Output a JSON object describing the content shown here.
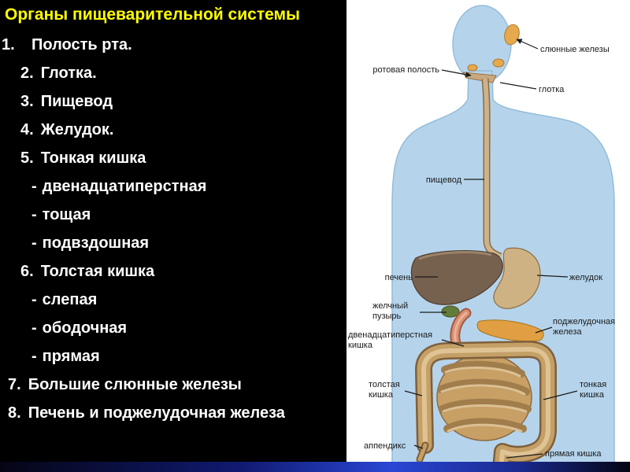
{
  "slide": {
    "title": "Органы пищеварительной системы",
    "list": [
      {
        "num": "1.",
        "text": "Полость рта."
      },
      {
        "num": "2.",
        "text": "Глотка."
      },
      {
        "num": "3.",
        "text": "Пищевод"
      },
      {
        "num": "4.",
        "text": "Желудок."
      },
      {
        "num": "5.",
        "text": "Тонкая кишка"
      },
      {
        "num": "-",
        "text": "двенадцатиперстная"
      },
      {
        "num": "-",
        "text": "тощая"
      },
      {
        "num": "-",
        "text": "подвздошная"
      },
      {
        "num": "6.",
        "text": "Толстая кишка"
      },
      {
        "num": "-",
        "text": "слепая"
      },
      {
        "num": "-",
        "text": "ободочная"
      },
      {
        "num": "-",
        "text": "прямая"
      },
      {
        "num": "7.",
        "text": "Большие слюнные железы"
      },
      {
        "num": "8.",
        "text": "Печень и поджелудочная железа"
      }
    ]
  },
  "diagram": {
    "labels": [
      {
        "text": "ротовая полость"
      },
      {
        "text": "слюнные железы"
      },
      {
        "text": "глотка"
      },
      {
        "text": "пищевод"
      },
      {
        "text": "печень"
      },
      {
        "text": "желудок"
      },
      {
        "lines": [
          "желчный",
          "пузырь"
        ]
      },
      {
        "lines": [
          "поджелудочная",
          "железа"
        ]
      },
      {
        "lines": [
          "двенадцатиперстная",
          "кишка"
        ]
      },
      {
        "lines": [
          "толстая",
          "кишка"
        ]
      },
      {
        "lines": [
          "тонкая",
          "кишка"
        ]
      },
      {
        "text": "аппендикс"
      },
      {
        "text": "прямая кишка"
      }
    ]
  },
  "colors": {
    "background": "#000000",
    "title_text": "#ffff00",
    "list_text": "#ffffff",
    "panel_background": "#ffffff",
    "body_silhouette": "#b5d4ec",
    "organ_tan": "#c4a067",
    "organ_orange": "#e6a94e",
    "liver_brown": "#76604e",
    "gallbladder_green": "#637c3a",
    "duodenum_pink": "#d98f74",
    "accent_bar_blue": "#2a46d4",
    "label_text": "#1a1a1a"
  }
}
